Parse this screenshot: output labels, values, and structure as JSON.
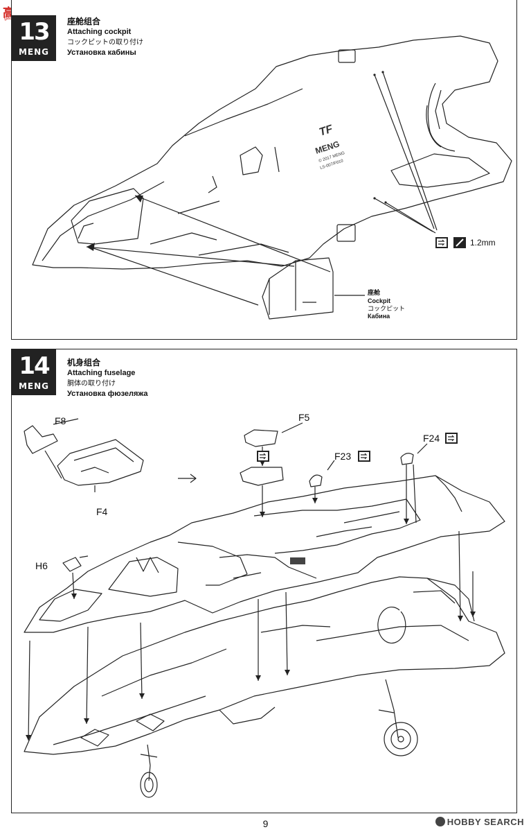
{
  "watermark": {
    "text_main": "高手网",
    "text_url": "gaoshou.com"
  },
  "step13": {
    "number": "13",
    "brand": "MENG",
    "title_zh": "座舱组合",
    "title_en": "Attaching cockpit",
    "title_jp": "コックピットの取り付け",
    "title_ru": "Установка кабины",
    "part_zh": "座舱",
    "part_en": "Cockpit",
    "part_jp": "コックピット",
    "part_ru": "Кабина",
    "drill_size": "1.2mm",
    "hull_text_1": "TF",
    "hull_text_2": "MENG",
    "hull_text_3": "© 2017 MENG",
    "hull_text_4": "LS-007/F010"
  },
  "step14": {
    "number": "14",
    "brand": "MENG",
    "title_zh": "机身组合",
    "title_en": "Attaching fuselage",
    "title_jp": "胴体の取り付け",
    "title_ru": "Установка фюзеляжа",
    "parts": {
      "f8": "F8",
      "f4": "F4",
      "f5": "F5",
      "f23": "F23",
      "f24": "F24",
      "h6": "H6"
    }
  },
  "footer": {
    "page": "9",
    "source_mark": "HOBBY SEARCH"
  },
  "colors": {
    "ink": "#222222",
    "watermark": "#d2241f"
  }
}
